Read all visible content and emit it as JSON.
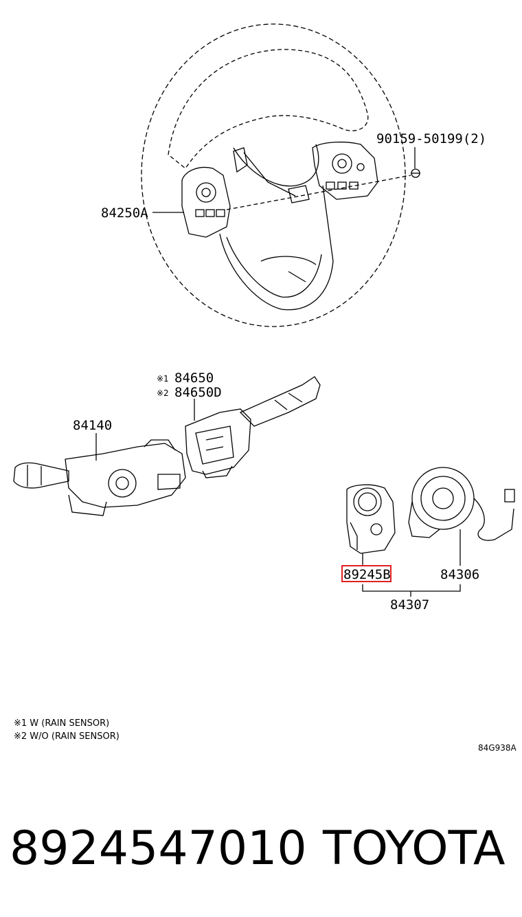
{
  "parts": {
    "bolt": "90159-50199(2)",
    "switch_assy": "84250A",
    "wiper_note1_mark": "※1",
    "wiper_note1_part": "84650",
    "wiper_note2_mark": "※2",
    "wiper_note2_part": "84650D",
    "turn_switch": "84140",
    "sensor_highlight": "89245B",
    "spiral_cable": "84306",
    "spiral_assy": "84307"
  },
  "notes": {
    "note1": "※1 W (RAIN SENSOR)",
    "note2": "※2 W/O (RAIN SENSOR)",
    "diagram_code": "84G938A"
  },
  "footer": {
    "part_number": "8924547010",
    "brand": "TOYOTA"
  },
  "colors": {
    "highlight": "#e02020"
  }
}
